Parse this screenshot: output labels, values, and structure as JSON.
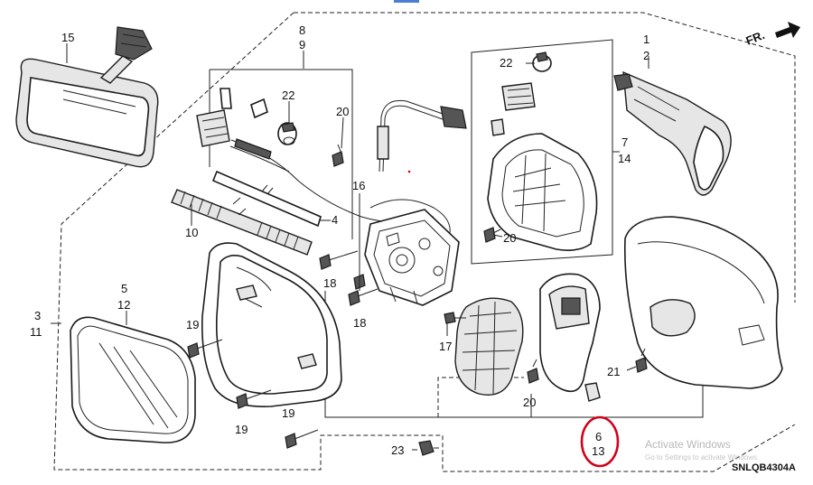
{
  "diagram": {
    "callouts": {
      "c1": "1",
      "c2": "2",
      "c3": "3",
      "c4": "4",
      "c5": "5",
      "c6": "6",
      "c7": "7",
      "c8": "8",
      "c9": "9",
      "c10": "10",
      "c11": "11",
      "c12": "12",
      "c13": "13",
      "c14": "14",
      "c15": "15",
      "c16": "16",
      "c17": "17",
      "c18a": "18",
      "c18b": "18",
      "c19a": "19",
      "c19b": "19",
      "c19c": "19",
      "c20a": "20",
      "c20b": "20",
      "c20c": "20",
      "c21": "21",
      "c22a": "22",
      "c22b": "22",
      "c23": "23"
    },
    "direction_label": "FR.",
    "diagram_code": "SNLQB4304A",
    "highlight_color": "#d0021b"
  },
  "watermark": {
    "title": "Activate Windows",
    "subtitle": "Go to Settings to activate Windows."
  }
}
